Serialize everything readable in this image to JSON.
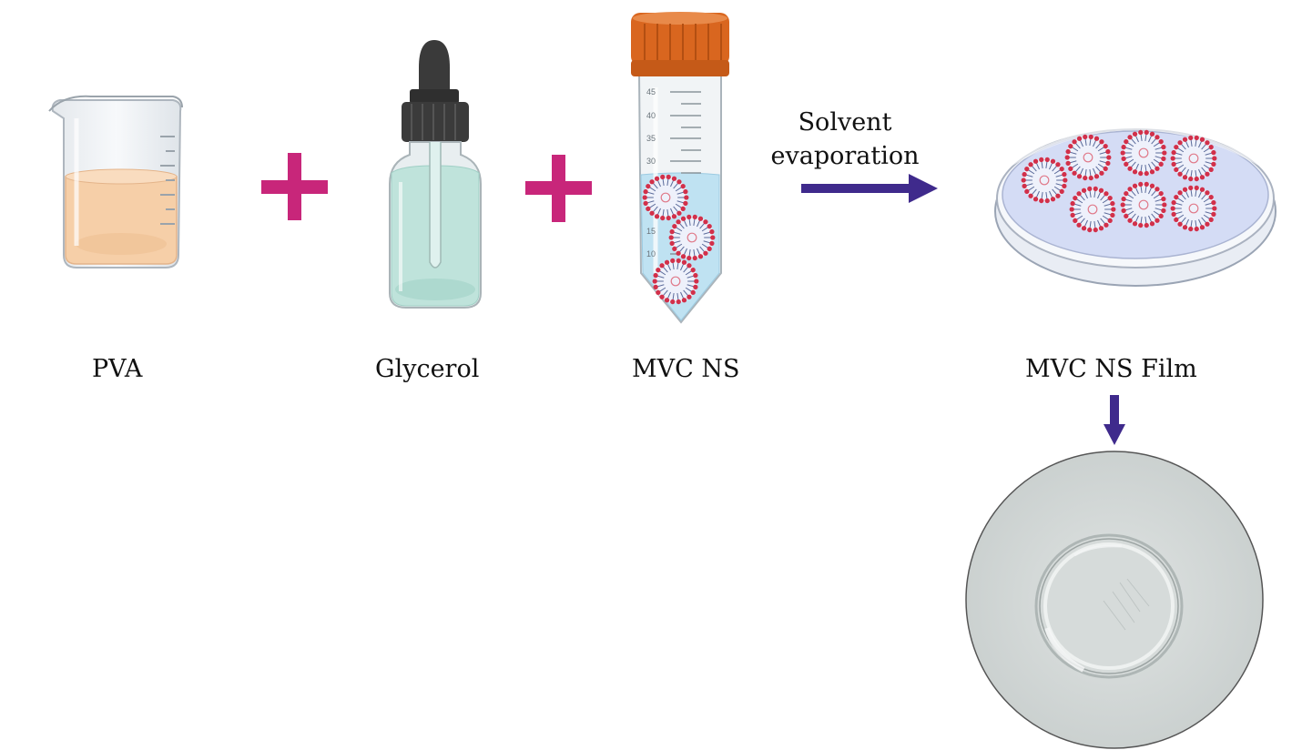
{
  "labels": {
    "pva": "PVA",
    "glycerol": "Glycerol",
    "mvc_ns": "MVC NS",
    "mvc_ns_film": "MVC NS Film"
  },
  "process": {
    "line1": "Solvent",
    "line2": "evaporation"
  },
  "tube_graduations": [
    "45",
    "40",
    "35",
    "30",
    "15",
    "10"
  ],
  "colors": {
    "plus": "#c8267a",
    "arrow": "#3f2a8c",
    "cap": "#d9661f",
    "liquid_pva": "#f6cfa8",
    "liquid_glycerol": "#bfe3db",
    "liquid_tube": "#bfe2f2",
    "nanosponge": "#d2304a"
  },
  "icons": [
    "beaker-icon",
    "plus-icon",
    "dropper-bottle-icon",
    "centrifuge-tube-icon",
    "arrow-right-icon",
    "petri-dish-icon",
    "arrow-down-icon",
    "film-photo"
  ]
}
